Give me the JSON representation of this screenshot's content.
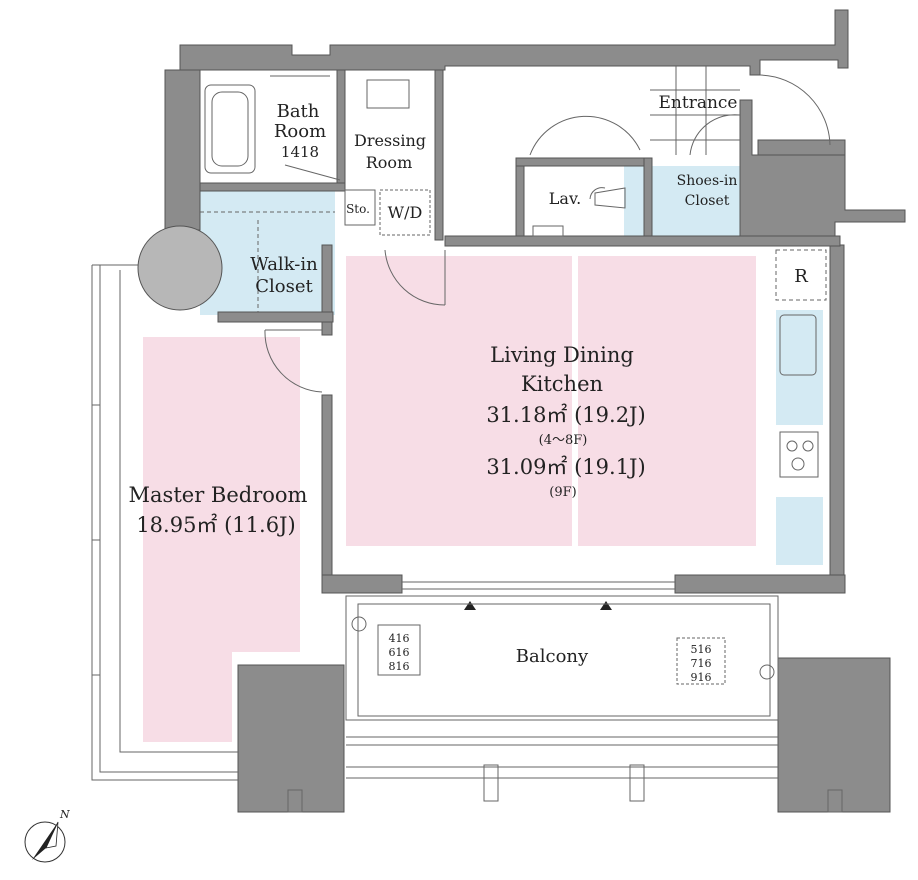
{
  "rooms": {
    "bath_room": [
      "Bath",
      "Room",
      "1418"
    ],
    "dressing_room": [
      "Dressing",
      "Room"
    ],
    "storage": "Sto.",
    "washer_dryer": "W/D",
    "lavatory": "Lav.",
    "entrance": "Entrance",
    "shoes_in_closet": [
      "Shoes-in",
      "Closet"
    ],
    "walk_in_closet": [
      "Walk-in",
      "Closet"
    ],
    "refrigerator": "R",
    "ldk": {
      "name_lines": [
        "Living Dining",
        "Kitchen"
      ],
      "area_1": "31.18㎡ (19.2J)",
      "floors_1": "(4～8F)",
      "area_2": "31.09㎡ (19.1J)",
      "floors_2": "(9F)"
    },
    "master_bedroom": {
      "name": "Master Bedroom",
      "area": "18.95㎡ (11.6J)"
    },
    "balcony": "Balcony"
  },
  "unit_numbers": {
    "left": [
      "416",
      "616",
      "816"
    ],
    "right": [
      "516",
      "716",
      "916"
    ]
  },
  "compass": {
    "north_label": "N",
    "icon": "north-arrow-icon"
  },
  "colors": {
    "room_fill": "#f7dde6",
    "wet_area_fill": "#d4eaf3",
    "wall": "#8c8c8c"
  }
}
